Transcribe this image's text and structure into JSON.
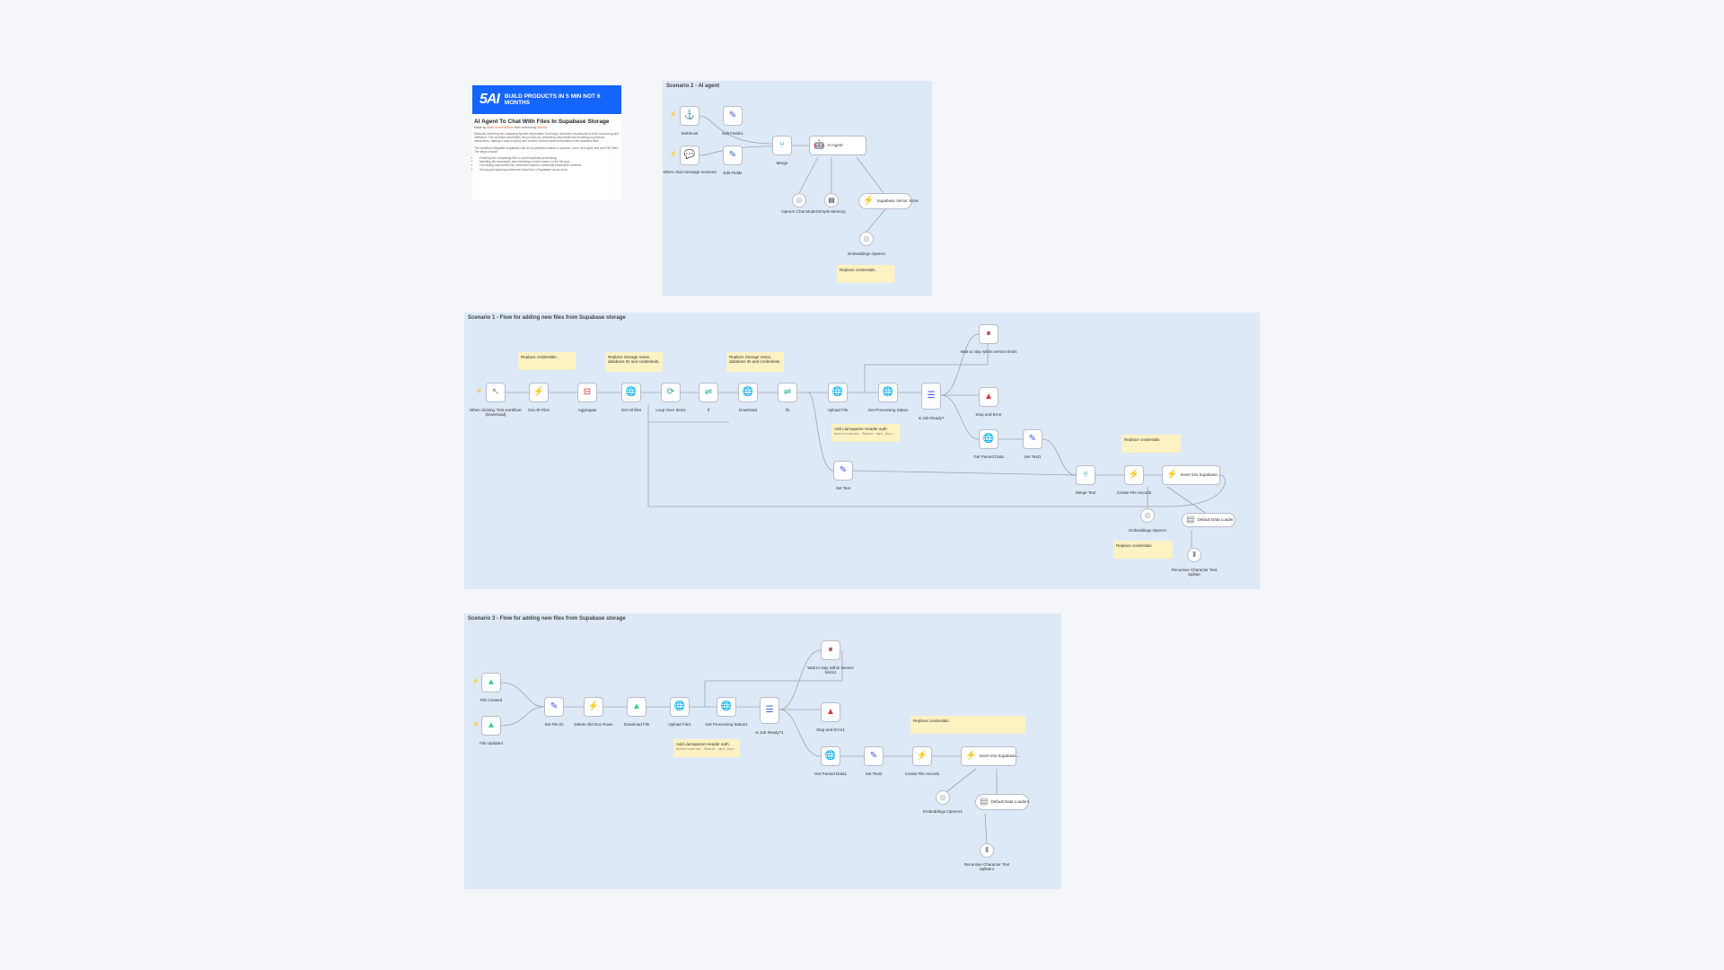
{
  "info_card": {
    "logo": "5AI",
    "tagline": "BUILD PRODUCTS IN 5 MIN NOT 6 MONTHS",
    "title": "AI Agent To Chat With Files In Supabase Storage",
    "byline_prefix": "Made by",
    "author": "Mark Shcherbakov",
    "byline_suffix": "from community",
    "community": "5minAI",
    "paragraphs": [
      "Manually retrieving and analyzing specific information from large document repositories is time-consuming and inefficient. This workflow automates the process by vectorizing documents and enabling AI-powered interactions, making it easy to query and retrieve context-based information from uploaded files.",
      "The workflow integrates Supabase with an AI-powered chatbot to process, store, and query text and PDF files. The steps include:"
    ],
    "bullets": [
      "Fetching and comparing files to avoid duplicate processing.",
      "Handling file downloads and extracting content based on the file type.",
      "Converting documents into vectorized data for contextual information retrieval.",
      "Storing and querying vectorized data from a Supabase vector store."
    ]
  },
  "scenario2": {
    "title": "Scenario 2 - AI agent",
    "nodes": {
      "webhook": "Webhook",
      "edit_fields1": "Edit Fields1",
      "chat_trigger": "When chat message received",
      "edit_fields": "Edit Fields",
      "merge": "Merge",
      "ai_agent": "AI Agent",
      "openai_chat_model": "OpenAI Chat Model",
      "simple_memory": "Simple Memory",
      "supabase_vector_store": "Supabase Vector Store",
      "embeddings_openai": "Embeddings OpenAI"
    },
    "sticky": "Replace credentials."
  },
  "scenario1": {
    "title": "Scenario 1 - Flow for adding new files from Supabase storage",
    "nodes": {
      "manual_trigger": "When clicking 'Test workflow' (Download)",
      "get_all_files": "Get All Files",
      "aggregate": "Aggregate",
      "get_all_files_http": "Get All files",
      "loop_over_items": "Loop Over Items",
      "if": "If",
      "download": "Download",
      "if1": "If1",
      "upload_file": "Upload File",
      "get_processing_status": "Get Processing Status",
      "is_job_ready": "Is Job Ready?",
      "wait": "Wait to stay within service limits",
      "stop_and_error": "Stop and Error",
      "get_parsed_data": "Get Parsed Data",
      "set_text1": "Set Text1",
      "set_text": "Set Text",
      "merge_text": "Merge Text",
      "create_file_record": "Create File record2",
      "insert_supabase": "Insert into Supabase...",
      "embeddings_openai": "Embeddings OpenAI",
      "default_data_loader": "Default Data Loader",
      "recursive_splitter": "Recursive Character Text Splitter"
    },
    "stickies": {
      "s1": "Replace credentials.",
      "s2": "Replace Storage name, database ID and credentials.",
      "s3": "Replace Storage name, database ID and credentials.",
      "s4": "Add Llamaparse Header auth",
      "s4_code": "Authorization: Bearer <api_key>",
      "s5": "Replace credentials.",
      "s6": "Replace credentials."
    }
  },
  "scenario3": {
    "title": "Scenario 3 - Flow for adding new files from Supabase storage",
    "nodes": {
      "file_created": "File Created",
      "file_updated": "File Updated",
      "set_file_id": "Set File ID",
      "delete_old_doc_rows": "Delete Old Doc Rows",
      "download_file": "Download File",
      "upload_file1": "Upload File1",
      "get_processing_status1": "Get Processing Status1",
      "is_job_ready1": "Is Job Ready?1",
      "wait1": "Wait to stay within service limits1",
      "stop_and_error1": "Stop and Error1",
      "get_parsed_data1": "Get Parsed Data1",
      "set_text2": "Set Text2",
      "create_file_record1": "Create File record1",
      "insert_supabase1": "Insert into Supabase...",
      "embeddings_openai1": "Embeddings OpenAI1",
      "default_data_loader1": "Default Data Loader1",
      "recursive_splitter1": "Recursive Character Text Splitter1"
    },
    "stickies": {
      "s1": "Add Llamaparse Header auth",
      "s1_code": "Authorization: Bearer <api_key>",
      "s2": "Replace credentials."
    }
  }
}
